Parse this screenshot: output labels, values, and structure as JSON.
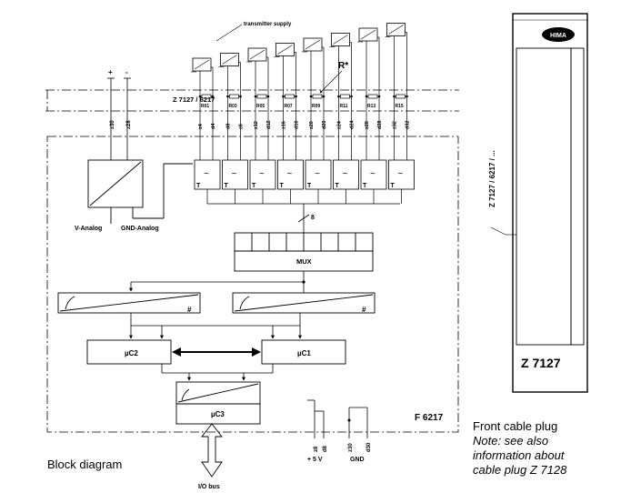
{
  "diagram": {
    "transmitter_supply": "transmitter supply",
    "cable_plug_label": "Z 7127 / 6217",
    "r_star": "R*",
    "resistors": [
      "R01",
      "R03",
      "R05",
      "R07",
      "R09",
      "R11",
      "R13",
      "R15"
    ],
    "top_pins": [
      "z4",
      "d4",
      "d8",
      "z8",
      "z12",
      "d12",
      "z16",
      "d16",
      "z20",
      "d20",
      "z24",
      "d24",
      "z28",
      "d28",
      "z32",
      "d32"
    ],
    "analog_pins": [
      "z30",
      "z28"
    ],
    "analog_pin_signs": [
      "+",
      "-"
    ],
    "v_analog": "V-Analog",
    "gnd_analog": "GND-Analog",
    "bus_width": "8",
    "mux": "MUX",
    "filter_symbol": "~",
    "t_label": "T",
    "hash": "#",
    "uc2": "µC2",
    "uc1": "µC1",
    "uc3": "µC3",
    "module": "F 6217",
    "bottom_pins": [
      "z8",
      "d8",
      "z30",
      "d30"
    ],
    "plus5v": "+ 5 V",
    "gnd": "GND",
    "io_bus": "I/O bus",
    "front_side_label": "Z 7127 / 6217 / ...",
    "hima": "HIMA",
    "front_name": "Z 7127"
  },
  "captions": {
    "block_diagram": "Block diagram",
    "front_cable_title": "Front cable plug",
    "note_lines": [
      "Note: see also",
      "information about",
      "cable plug Z 7128"
    ]
  }
}
